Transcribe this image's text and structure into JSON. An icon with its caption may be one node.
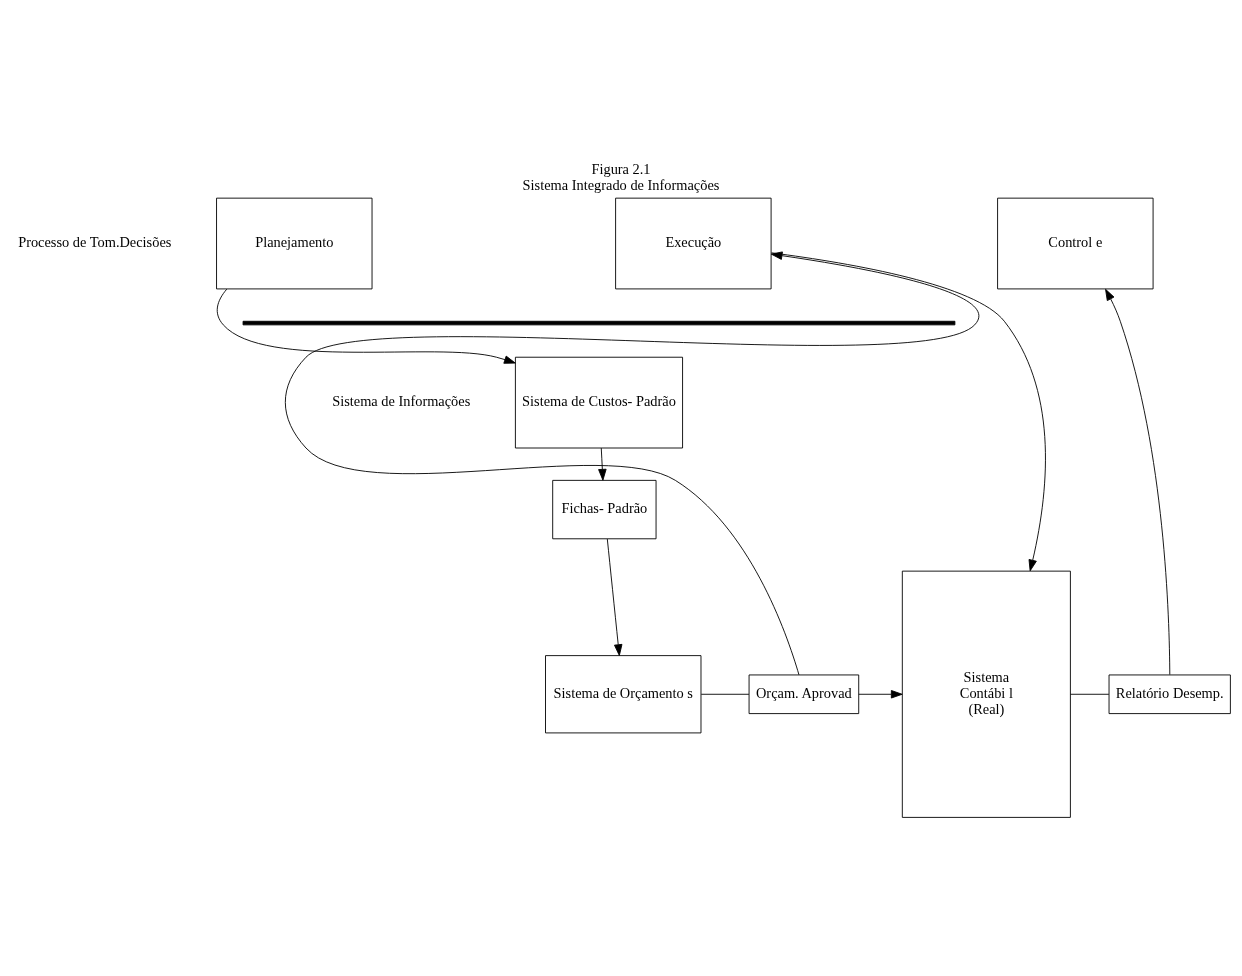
{
  "diagram": {
    "title": "Figura 2.1",
    "caption": "Sistema Integrado de Informações",
    "nodes": [
      {
        "text": [
          "Planejamento"
        ]
      },
      {
        "text": [
          "Execução"
        ]
      },
      {
        "text": [
          "Control e"
        ]
      },
      {
        "text": [],
        "shape": "bar"
      },
      {
        "text": [
          "Sistema de Custos- Padrão"
        ]
      },
      {
        "text": [
          "Fichas- Padrão"
        ]
      },
      {
        "text": [
          "Sistema de Orçamento s"
        ]
      },
      {
        "text": [
          "Orçam. Aprovad"
        ]
      },
      {
        "text": [
          "Sistema",
          "Contábi l",
          "(Real)"
        ]
      },
      {
        "text": [
          "Relatório Desemp."
        ]
      }
    ],
    "edges": [
      {
        "from": 0,
        "to": 4,
        "arrow": "to"
      },
      {
        "from": 4,
        "to": 5,
        "arrow": "to"
      },
      {
        "from": 5,
        "to": 6,
        "arrow": "to"
      },
      {
        "from": 6,
        "to": 7,
        "arrow": "none"
      },
      {
        "from": 7,
        "to": 8,
        "arrow": "to"
      },
      {
        "from": 7,
        "to": 1,
        "arrow": "to"
      },
      {
        "from": 1,
        "to": 8,
        "arrow": "to"
      },
      {
        "from": 8,
        "to": 9,
        "arrow": "none"
      },
      {
        "from": 9,
        "to": 2,
        "arrow": "to"
      }
    ],
    "labels": [
      "Processo de Tom.Decisões",
      "Sistema de Informações"
    ]
  }
}
